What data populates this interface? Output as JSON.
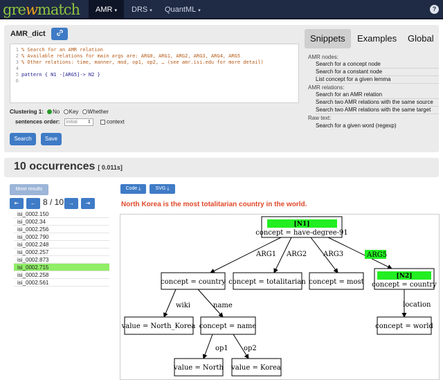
{
  "navbar": {
    "brand": {
      "part1": "gre",
      "part2": "w",
      "part3": "match"
    },
    "items": [
      {
        "label": "AMR",
        "active": true
      },
      {
        "label": "DRS",
        "active": false
      },
      {
        "label": "QuantML",
        "active": false
      }
    ],
    "caret": "▾",
    "help": "?"
  },
  "query": {
    "title": "AMR_dict",
    "link_icon": "link-icon",
    "code_lines": [
      {
        "num": "1",
        "text": "% Search for an AMR relation",
        "kind": "comment"
      },
      {
        "num": "2",
        "text": "% Available relations for main args are: ARG0, ARG1, ARG2, ARG3, ARG4, ARG5",
        "kind": "comment"
      },
      {
        "num": "3",
        "text": "% Other relations: time, manner, mod, op1, op2, … (see amr.isi.edu for more detail)",
        "kind": "comment"
      },
      {
        "num": "4",
        "text": "",
        "kind": "blank"
      },
      {
        "num": "5",
        "text": "pattern { N1 -[ARG5]-> N2 }",
        "kind": "code"
      },
      {
        "num": "6",
        "text": "",
        "kind": "blank"
      }
    ],
    "clustering_label": "Clustering 1:",
    "clustering_options": [
      "No",
      "Key",
      "Whether"
    ],
    "clustering_selected": "No",
    "order_label": "sentences order:",
    "order_value": "initial",
    "context_label": "context",
    "search_label": "Search",
    "save_label": "Save"
  },
  "snippets": {
    "tabs": [
      "Snippets",
      "Examples",
      "Global"
    ],
    "active_tab": "Snippets",
    "groups": [
      {
        "heading": "AMR nodes:",
        "items": [
          "Search for a concept node",
          "Search for a constant node",
          "List concept for a given lemma"
        ]
      },
      {
        "heading": "AMR relations:",
        "items": [
          "Search for an AMR relation",
          "Search two AMR relations with the same source",
          "Search two AMR relations with the same target"
        ]
      },
      {
        "heading": "Raw text:",
        "items": [
          "Search for a given word (regexp)"
        ]
      }
    ]
  },
  "results": {
    "count_text": "10 occurrences",
    "time_text": "[ 0.011s]",
    "more_label": "More results",
    "page_text": "8 / 10",
    "nav": {
      "first": "⇤",
      "prev": "←",
      "next": "→",
      "last": "⇥"
    },
    "items": [
      "isi_0002.150",
      "isi_0002.34",
      "isi_0002.256",
      "isi_0002.790",
      "isi_0002.248",
      "isi_0002.257",
      "isi_0002.873",
      "isi_0002.715",
      "isi_0002.258",
      "isi_0002.561"
    ],
    "selected": "isi_0002.715"
  },
  "viewer": {
    "code_label": "Code",
    "svg_label": "SVG",
    "download_icon": "download-icon",
    "sentence": "North Korea is the most totalitarian country in the world.",
    "highlight_color": "#22ee22",
    "graph": {
      "nodes": {
        "root_tag": "[N1]",
        "root": "concept = have-degree-91",
        "country": "concept = country",
        "totalitarian": "concept = totalitarian",
        "most": "concept = most",
        "n2_tag": "[N2]",
        "n2": "concept = country",
        "nk": "value = North_Korea",
        "name": "concept = name",
        "world": "concept = world",
        "north": "value = North",
        "korea": "value = Korea"
      },
      "edges": {
        "arg1": "ARG1",
        "arg2": "ARG2",
        "arg3": "ARG3",
        "arg5": "ARG5",
        "wiki": "wiki",
        "name": "name",
        "location": "location",
        "op1": "op1",
        "op2": "op2"
      }
    }
  }
}
